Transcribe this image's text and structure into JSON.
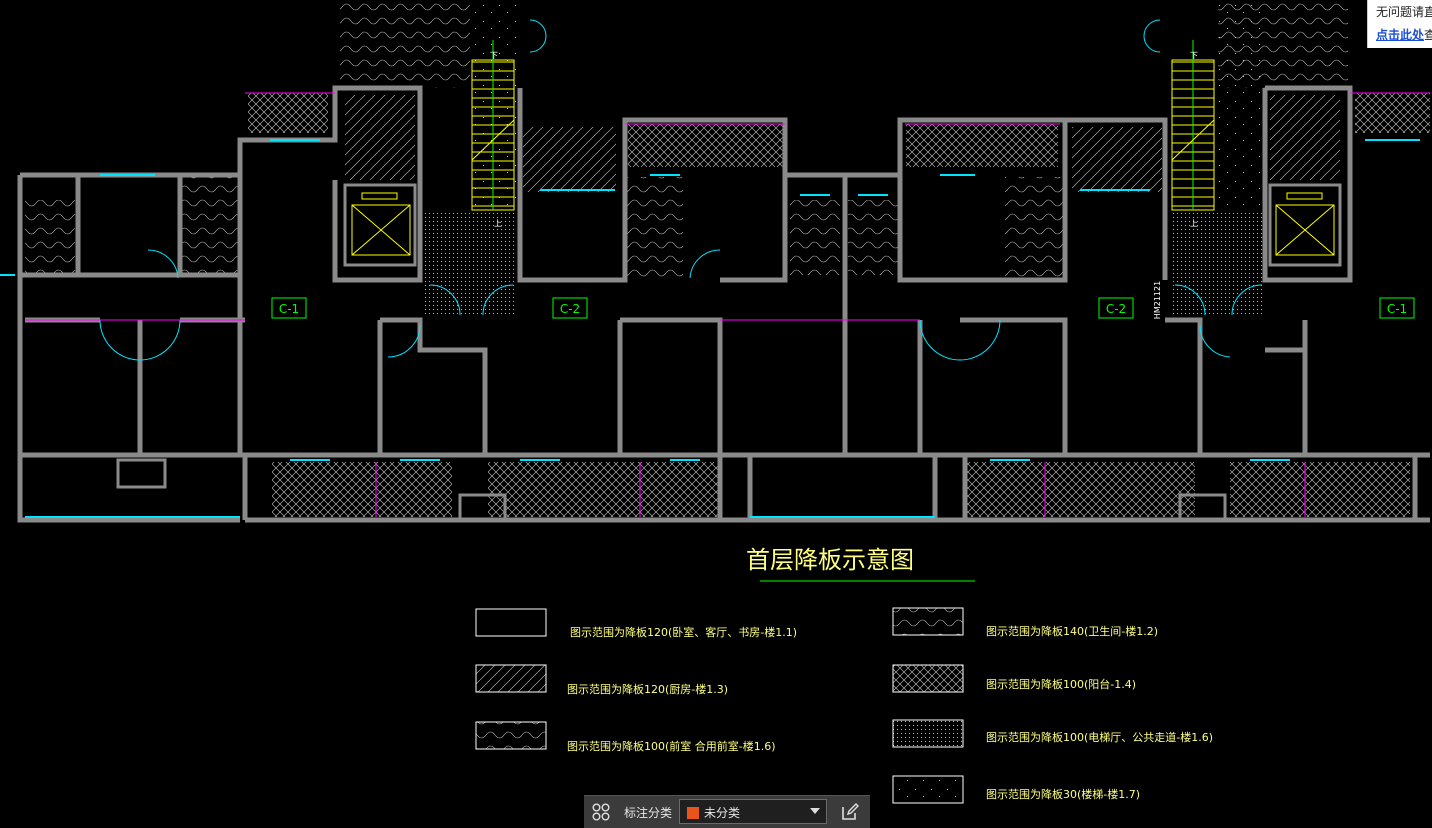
{
  "drawing": {
    "title": "首层降板示意图",
    "room_tags": [
      "C-1",
      "C-2",
      "C-2",
      "C-1"
    ],
    "vertical_tag": "HM21121",
    "stair_marks": [
      "下",
      "上",
      "下",
      "上"
    ],
    "legend": [
      {
        "pattern": "blank",
        "text": "图示范围为降板120(卧室、客厅、书房-楼1.1)"
      },
      {
        "pattern": "diagonal",
        "text": "图示范围为降板120(厨房-楼1.3)"
      },
      {
        "pattern": "waves-dense",
        "text": "图示范围为降板100(前室 合用前室-楼1.6)"
      },
      {
        "pattern": "waves",
        "text": "图示范围为降板140(卫生间-楼1.2)"
      },
      {
        "pattern": "crosshatch",
        "text": "图示范围为降板100(阳台-1.4)"
      },
      {
        "pattern": "dots",
        "text": "图示范围为降板100(电梯厅、公共走道-楼1.6)"
      },
      {
        "pattern": "sparse",
        "text": "图示范围为降板30(楼梯-楼1.7)"
      }
    ]
  },
  "popup": {
    "line1": "无问题请直",
    "link": "点击此处",
    "line2_rest": "查"
  },
  "toolbar": {
    "grid_icon": "grid-icon",
    "label": "标注分类",
    "select_value": "未分类",
    "swatch_color": "#e8541c",
    "edit_icon": "edit-icon"
  },
  "colors": {
    "wall": "#8a8a8a",
    "window": "#00e5ff",
    "door": "#00e5ff",
    "hatch": "#ffffff",
    "balcony_line": "#ff00ff",
    "tag": "#00ff00",
    "stair": "#ffff00",
    "title": "#ffff80"
  }
}
